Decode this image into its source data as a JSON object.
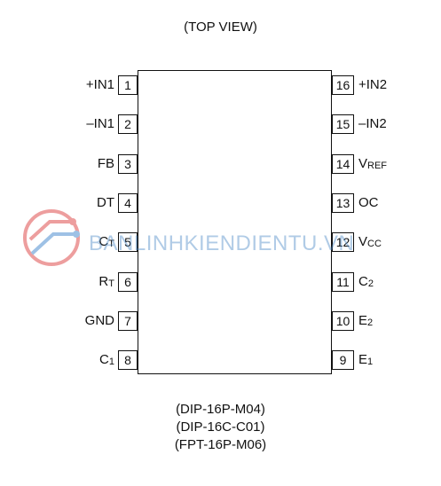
{
  "view_title": "(TOP VIEW)",
  "pins_left": [
    {
      "num": "1",
      "label": "+IN1",
      "sub": ""
    },
    {
      "num": "2",
      "label": "–IN1",
      "sub": ""
    },
    {
      "num": "3",
      "label": "FB",
      "sub": ""
    },
    {
      "num": "4",
      "label": "DT",
      "sub": ""
    },
    {
      "num": "5",
      "label": "C",
      "sub": "T"
    },
    {
      "num": "6",
      "label": "R",
      "sub": "T"
    },
    {
      "num": "7",
      "label": "GND",
      "sub": ""
    },
    {
      "num": "8",
      "label": "C",
      "sub": "1"
    }
  ],
  "pins_right": [
    {
      "num": "16",
      "label": "+IN2",
      "sub": ""
    },
    {
      "num": "15",
      "label": "–IN2",
      "sub": ""
    },
    {
      "num": "14",
      "label": "V",
      "sub": "REF"
    },
    {
      "num": "13",
      "label": "OC",
      "sub": ""
    },
    {
      "num": "12",
      "label": "V",
      "sub": "CC"
    },
    {
      "num": "11",
      "label": "C",
      "sub": "2"
    },
    {
      "num": "10",
      "label": "E",
      "sub": "2"
    },
    {
      "num": "9",
      "label": "E",
      "sub": "1"
    }
  ],
  "packages": [
    "(DIP-16P-M04)",
    "(DIP-16C-C01)",
    "(FPT-16P-M06)"
  ],
  "watermark": {
    "text": "BANLINHKIENDIENTU.VN",
    "color": "#508cc8",
    "logo_color": "#e05050"
  }
}
